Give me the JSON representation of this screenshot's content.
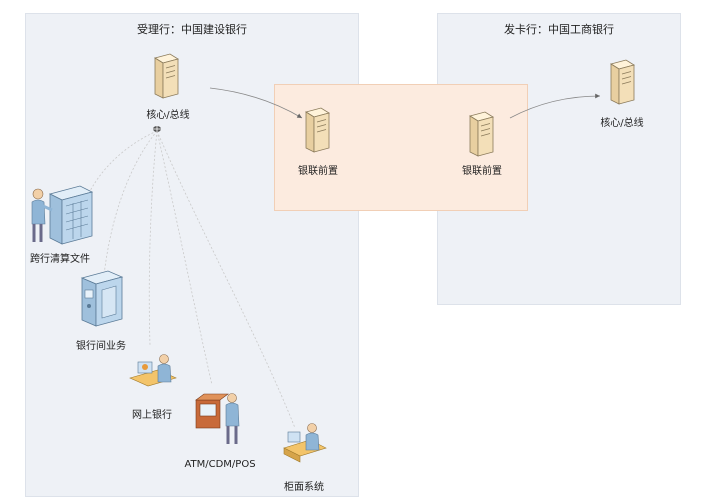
{
  "acquirer": {
    "title": "受理行：中国建设银行"
  },
  "issuer": {
    "title": "发卡行：中国工商银行"
  },
  "nodes": {
    "acq_core": "核心/总线",
    "acq_unionpay": "银联前置",
    "iss_unionpay": "银联前置",
    "iss_core": "核心/总线",
    "clearing_file": "跨行清算文件",
    "interbank": "银行间业务",
    "online_banking": "网上银行",
    "atm": "ATM/CDM/POS",
    "counter": "柜面系统"
  },
  "colors": {
    "panel_bg": "#eef1f6",
    "union_bg": "#fcebdf",
    "server_body": "#f3dfb8",
    "connector": "#888888"
  }
}
